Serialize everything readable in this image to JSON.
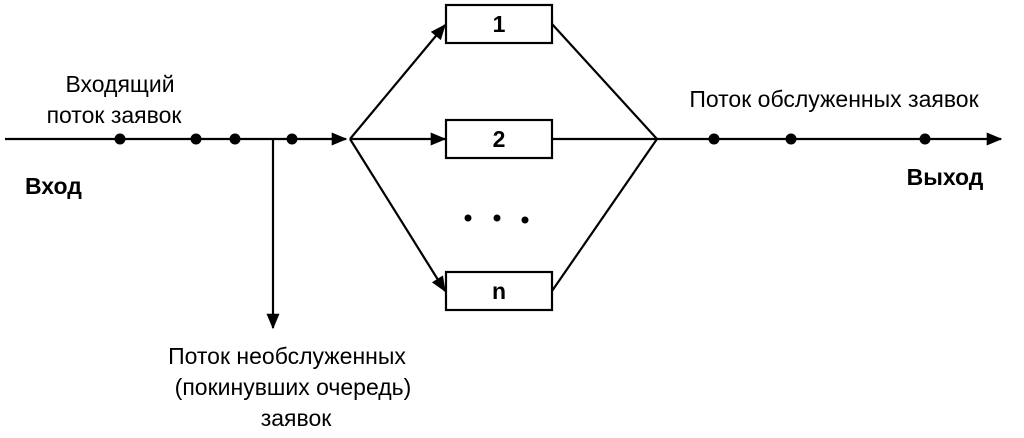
{
  "labels": {
    "incoming_line1": "Входящий",
    "incoming_line2": "поток заявок",
    "entry": "Вход",
    "exit": "Выход",
    "served": "Поток обслуженных заявок",
    "unserved_line1": "Поток необслуженных",
    "unserved_line2": "(покинувших очередь)",
    "unserved_line3": "заявок"
  },
  "channels": [
    {
      "label": "1"
    },
    {
      "label": "2"
    },
    {
      "label": "n"
    }
  ],
  "ellipsis": "• • •"
}
